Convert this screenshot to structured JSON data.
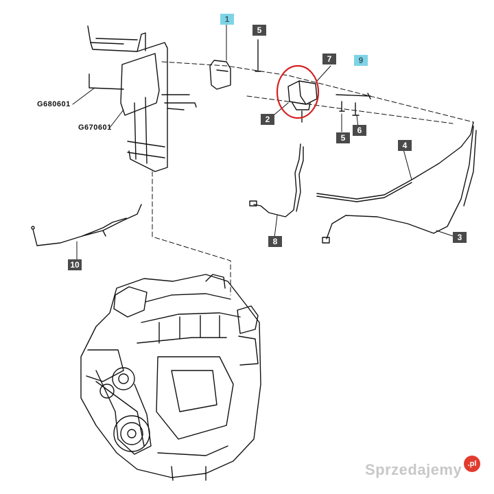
{
  "callouts": [
    {
      "id": "1",
      "style": "cyan"
    },
    {
      "id": "5",
      "style": "dark"
    },
    {
      "id": "7",
      "style": "dark"
    },
    {
      "id": "9",
      "style": "cyan"
    },
    {
      "id": "2",
      "style": "dark"
    },
    {
      "id": "5",
      "style": "dark"
    },
    {
      "id": "6",
      "style": "dark"
    },
    {
      "id": "4",
      "style": "dark"
    },
    {
      "id": "3",
      "style": "dark"
    },
    {
      "id": "8",
      "style": "dark"
    },
    {
      "id": "10",
      "style": "dark"
    }
  ],
  "part_codes": [
    "G680601",
    "G670601"
  ],
  "watermark": {
    "text": "Sprzedajemy",
    "badge": ".pl"
  },
  "colors": {
    "highlight_circle": "#d42020",
    "callout_dark": "#4a4a4a",
    "callout_cyan": "#7ed4e6",
    "line": "#111111"
  }
}
